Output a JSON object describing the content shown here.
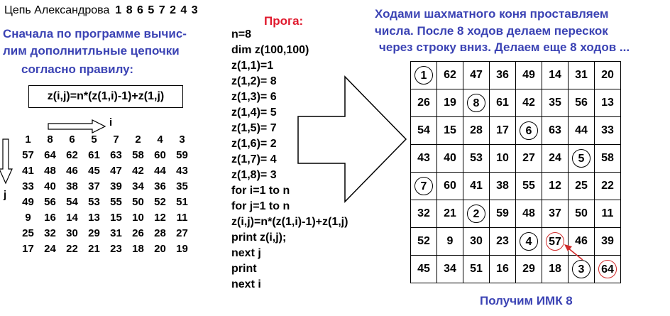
{
  "chain_label": "Цепь Александрова",
  "chain_numbers": "1 8 6 5 7 2 4 3",
  "left_text": [
    "Сначала по программе вычис-",
    "лим дополнитльные цепочки",
    "согласно  правилу:"
  ],
  "formula": "z(i,j)=n*(z(1,i)-1)+z(1,j)",
  "axis_i": "i",
  "axis_j": "j",
  "matrix": [
    [
      "1",
      "8",
      "6",
      "5",
      "7",
      "2",
      "4",
      "3"
    ],
    [
      "57",
      "64",
      "62",
      "61",
      "63",
      "58",
      "60",
      "59"
    ],
    [
      "41",
      "48",
      "46",
      "45",
      "47",
      "42",
      "44",
      "43"
    ],
    [
      "33",
      "40",
      "38",
      "37",
      "39",
      "34",
      "36",
      "35"
    ],
    [
      "49",
      "56",
      "54",
      "53",
      "55",
      "50",
      "52",
      "51"
    ],
    [
      "9",
      "16",
      "14",
      "13",
      "15",
      "10",
      "12",
      "11"
    ],
    [
      "25",
      "32",
      "30",
      "29",
      "31",
      "26",
      "28",
      "27"
    ],
    [
      "17",
      "24",
      "22",
      "21",
      "23",
      "18",
      "20",
      "19"
    ]
  ],
  "program_title": "Прога:",
  "program_lines": [
    "n=8",
    "dim z(100,100)",
    "z(1,1)=1",
    "z(1,2)= 8",
    "z(1,3)= 6",
    "z(1,4)= 5",
    "z(1,5)= 7",
    "z(1,6)= 2",
    "z(1,7)= 4",
    "z(1,8)= 3",
    "for i=1 to n",
    "for j=1 to n",
    "z(i,j)=n*(z(1,i)-1)+z(1,j)",
    "print z(i,j);",
    "next j",
    "print",
    "next i"
  ],
  "right_text": [
    "Ходами   шахматного коня проставляем",
    "числа.  После  8  ходов делаем перескок",
    "через строку вниз.  Делаем еще 8 ходов ..."
  ],
  "board": [
    [
      "1",
      "62",
      "47",
      "36",
      "49",
      "14",
      "31",
      "20"
    ],
    [
      "26",
      "19",
      "8",
      "61",
      "42",
      "35",
      "56",
      "13"
    ],
    [
      "54",
      "15",
      "28",
      "17",
      "6",
      "63",
      "44",
      "33"
    ],
    [
      "43",
      "40",
      "53",
      "10",
      "27",
      "24",
      "5",
      "58"
    ],
    [
      "7",
      "60",
      "41",
      "38",
      "55",
      "12",
      "25",
      "22"
    ],
    [
      "32",
      "21",
      "2",
      "59",
      "48",
      "37",
      "50",
      "11"
    ],
    [
      "52",
      "9",
      "30",
      "23",
      "4",
      "57",
      "46",
      "39"
    ],
    [
      "45",
      "34",
      "51",
      "16",
      "29",
      "18",
      "3",
      "64"
    ]
  ],
  "circled_black": [
    "1",
    "2",
    "3",
    "4",
    "5",
    "6",
    "7",
    "8"
  ],
  "circled_red": [
    "57",
    "64"
  ],
  "result": "Получим ИМК 8",
  "colors": {
    "blue_text": "#3b43b4",
    "red_text": "#e0192d",
    "red_circle": "#d02a2a"
  }
}
